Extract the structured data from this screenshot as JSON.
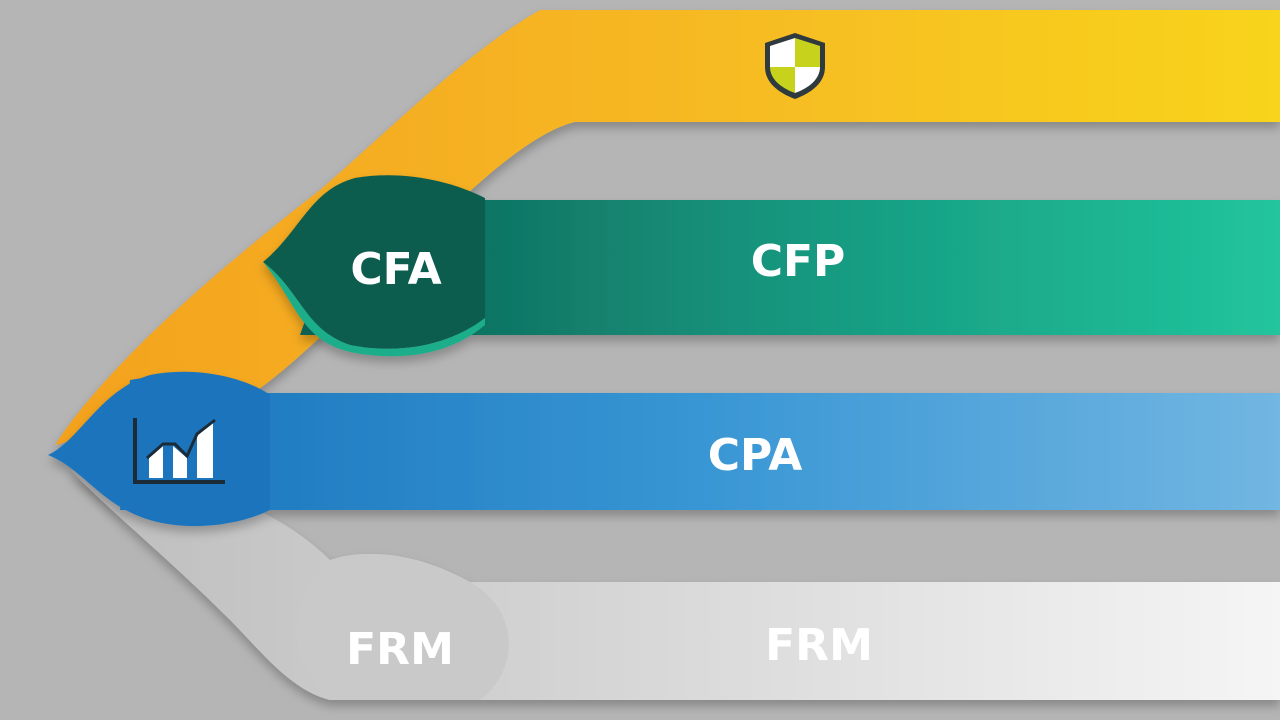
{
  "bands": [
    {
      "id": "yellow",
      "label": "",
      "icon": "shield-icon",
      "color_start": "#f5a623",
      "color_end": "#f7d21e"
    },
    {
      "id": "teal",
      "bulb_label": "CFA",
      "label": "CFP",
      "color_start": "#0f6b5c",
      "color_end": "#20c39c"
    },
    {
      "id": "blue",
      "label": "CPA",
      "icon": "bar-chart-icon",
      "color_start": "#1a7cc4",
      "color_end": "#6cb2e0"
    },
    {
      "id": "gray",
      "bulb_label": "FRM",
      "label": "FRM",
      "color_start": "#c4c4c4",
      "color_end": "#f2f2f2"
    }
  ]
}
